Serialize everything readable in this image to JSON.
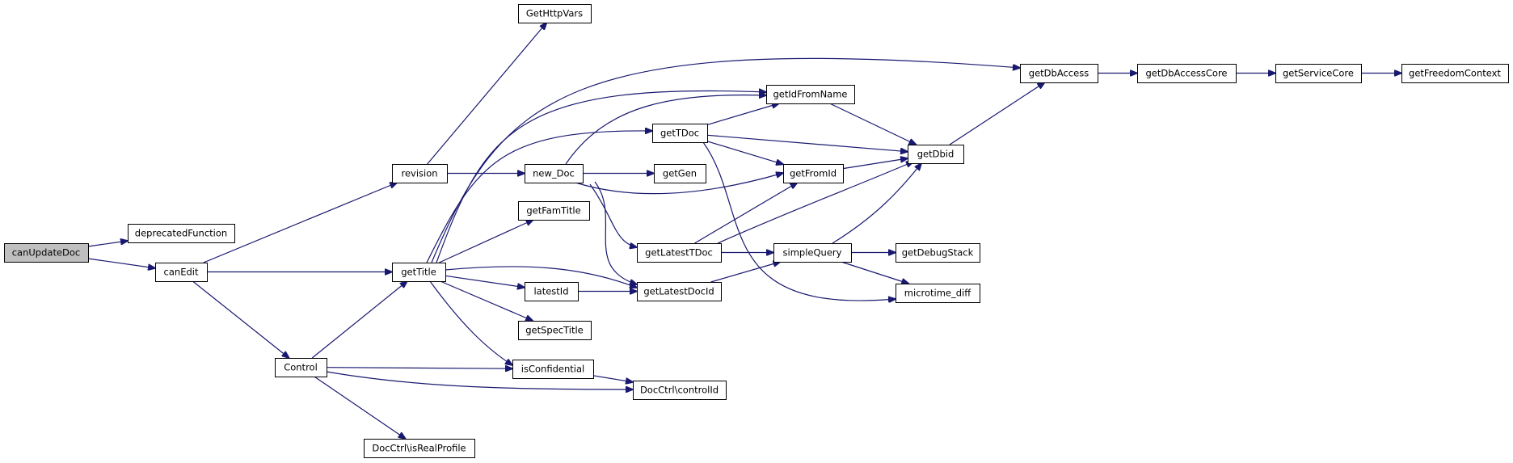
{
  "graph": {
    "colors": {
      "edge": "#191970",
      "node_border": "#000000",
      "node_fill": "#ffffff",
      "root_fill": "#bfbfbf"
    },
    "nodes": [
      {
        "id": "canUpdateDoc",
        "label": "canUpdateDoc",
        "root": true
      },
      {
        "id": "deprecatedFunction",
        "label": "deprecatedFunction"
      },
      {
        "id": "canEdit",
        "label": "canEdit"
      },
      {
        "id": "revision",
        "label": "revision"
      },
      {
        "id": "getTitle",
        "label": "getTitle"
      },
      {
        "id": "Control",
        "label": "Control"
      },
      {
        "id": "GetHttpVars",
        "label": "GetHttpVars"
      },
      {
        "id": "new_Doc",
        "label": "new_Doc"
      },
      {
        "id": "getFamTitle",
        "label": "getFamTitle"
      },
      {
        "id": "latestId",
        "label": "latestId"
      },
      {
        "id": "getSpecTitle",
        "label": "getSpecTitle"
      },
      {
        "id": "isConfidential",
        "label": "isConfidential"
      },
      {
        "id": "DocCtrlIsRealProfile",
        "label": "DocCtrl\\isRealProfile"
      },
      {
        "id": "getTDoc",
        "label": "getTDoc"
      },
      {
        "id": "getGen",
        "label": "getGen"
      },
      {
        "id": "getLatestTDoc",
        "label": "getLatestTDoc"
      },
      {
        "id": "getLatestDocId",
        "label": "getLatestDocId"
      },
      {
        "id": "DocCtrlControlId",
        "label": "DocCtrl\\controlId"
      },
      {
        "id": "getIdFromName",
        "label": "getIdFromName"
      },
      {
        "id": "getFromId",
        "label": "getFromId"
      },
      {
        "id": "simpleQuery",
        "label": "simpleQuery"
      },
      {
        "id": "getDbid",
        "label": "getDbid"
      },
      {
        "id": "getDebugStack",
        "label": "getDebugStack"
      },
      {
        "id": "microtime_diff",
        "label": "microtime_diff"
      },
      {
        "id": "getDbAccess",
        "label": "getDbAccess"
      },
      {
        "id": "getDbAccessCore",
        "label": "getDbAccessCore"
      },
      {
        "id": "getServiceCore",
        "label": "getServiceCore"
      },
      {
        "id": "getFreedomContext",
        "label": "getFreedomContext"
      }
    ],
    "edges": [
      {
        "from": "canUpdateDoc",
        "to": "deprecatedFunction"
      },
      {
        "from": "canUpdateDoc",
        "to": "canEdit"
      },
      {
        "from": "canEdit",
        "to": "revision"
      },
      {
        "from": "canEdit",
        "to": "getTitle"
      },
      {
        "from": "canEdit",
        "to": "Control"
      },
      {
        "from": "revision",
        "to": "GetHttpVars"
      },
      {
        "from": "revision",
        "to": "new_Doc"
      },
      {
        "from": "getTitle",
        "to": "getIdFromName"
      },
      {
        "from": "getTitle",
        "to": "getTDoc"
      },
      {
        "from": "getTitle",
        "to": "getDbAccess"
      },
      {
        "from": "getTitle",
        "to": "getFamTitle"
      },
      {
        "from": "getTitle",
        "to": "latestId"
      },
      {
        "from": "getTitle",
        "to": "getLatestDocId"
      },
      {
        "from": "getTitle",
        "to": "getSpecTitle"
      },
      {
        "from": "getTitle",
        "to": "isConfidential"
      },
      {
        "from": "Control",
        "to": "getTitle"
      },
      {
        "from": "Control",
        "to": "isConfidential"
      },
      {
        "from": "Control",
        "to": "DocCtrlControlId"
      },
      {
        "from": "Control",
        "to": "DocCtrlIsRealProfile"
      },
      {
        "from": "new_Doc",
        "to": "getIdFromName"
      },
      {
        "from": "new_Doc",
        "to": "getGen"
      },
      {
        "from": "new_Doc",
        "to": "getFromId"
      },
      {
        "from": "new_Doc",
        "to": "getLatestTDoc"
      },
      {
        "from": "new_Doc",
        "to": "getLatestDocId"
      },
      {
        "from": "getTDoc",
        "to": "getIdFromName"
      },
      {
        "from": "getTDoc",
        "to": "getFromId"
      },
      {
        "from": "getTDoc",
        "to": "getDbid"
      },
      {
        "from": "getTDoc",
        "to": "microtime_diff"
      },
      {
        "from": "latestId",
        "to": "getLatestDocId"
      },
      {
        "from": "isConfidential",
        "to": "DocCtrlControlId"
      },
      {
        "from": "getLatestTDoc",
        "to": "getFromId"
      },
      {
        "from": "getLatestTDoc",
        "to": "getDbid"
      },
      {
        "from": "getLatestTDoc",
        "to": "simpleQuery"
      },
      {
        "from": "getLatestDocId",
        "to": "simpleQuery"
      },
      {
        "from": "getIdFromName",
        "to": "getDbid"
      },
      {
        "from": "getFromId",
        "to": "getDbid"
      },
      {
        "from": "simpleQuery",
        "to": "getDbid"
      },
      {
        "from": "simpleQuery",
        "to": "getDebugStack"
      },
      {
        "from": "simpleQuery",
        "to": "microtime_diff"
      },
      {
        "from": "getDbid",
        "to": "getDbAccess"
      },
      {
        "from": "getDbAccess",
        "to": "getDbAccessCore"
      },
      {
        "from": "getDbAccessCore",
        "to": "getServiceCore"
      },
      {
        "from": "getServiceCore",
        "to": "getFreedomContext"
      }
    ]
  }
}
